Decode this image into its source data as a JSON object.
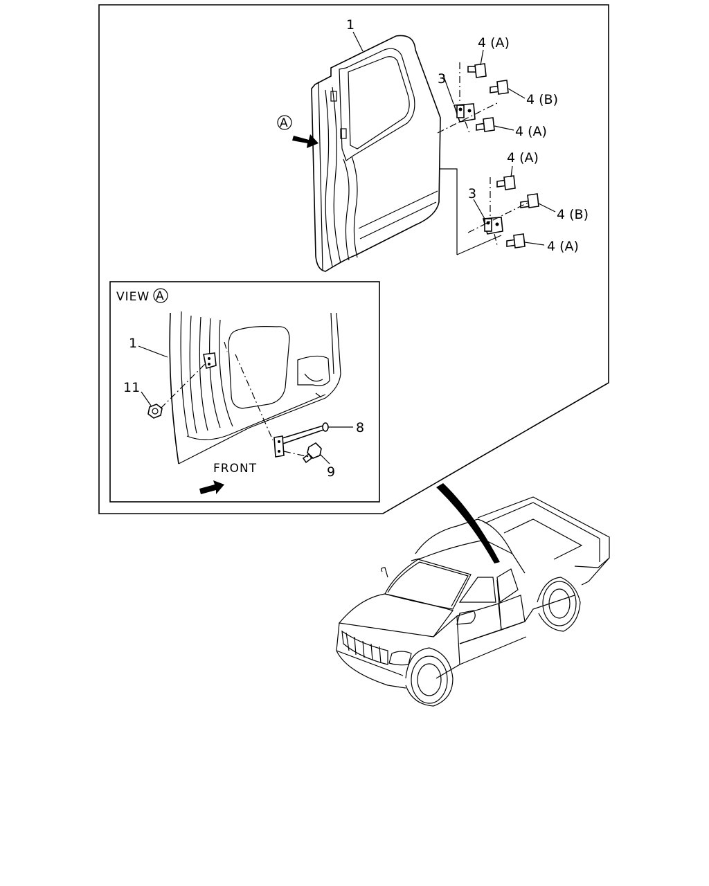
{
  "callouts": {
    "door_main": "1",
    "hinge_upper": "3",
    "hinge_lower": "3",
    "bolt_upper_top": "4 (A)",
    "bolt_upper_mid": "4 (B)",
    "bolt_upper_bot": "4 (A)",
    "bolt_lower_top": "4 (A)",
    "bolt_lower_mid": "4 (B)",
    "bolt_lower_bot": "4 (A)",
    "view_door": "1",
    "nut": "11",
    "check_link": "8",
    "check_bolt": "9"
  },
  "view_marker": "A",
  "view_title": "VIEW",
  "front_label": "FRONT"
}
